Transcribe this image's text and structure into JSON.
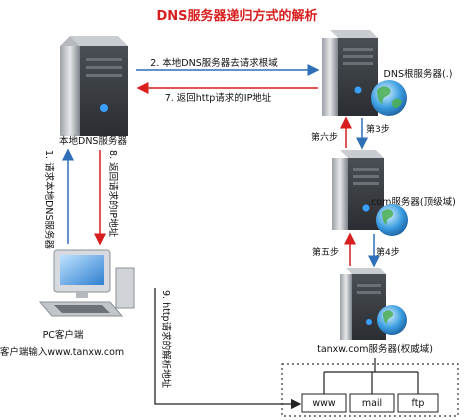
{
  "title": "DNS服务器递归方式的解析",
  "nodes": {
    "local_dns": "本地DNS服务器",
    "root_dns": "DNS根服务器(.)",
    "com_dns": ".com服务器(顶级域)",
    "tanxw_dns": "tanxw.com服务器(权威域)",
    "pc": "PC客户端",
    "pc_input": "客户端输入www.tanxw.com"
  },
  "hosts": [
    "www",
    "mail",
    "ftp"
  ],
  "steps": {
    "s1": "1. 请求本地DNS服务器",
    "s2": "2. 本地DNS服务器去请求根域",
    "s3": "第3步",
    "s4": "第4步",
    "s5": "第五步",
    "s6": "第六步",
    "s7": "7. 返回http请求的IP地址",
    "s8": "8. 返回请求的IP地址",
    "s9": "9. http请求的解析地址"
  },
  "colors": {
    "title": "#d81e1e",
    "arrow_blue": "#2f6fb8",
    "arrow_red": "#d81e1e",
    "arrow_black": "#222222"
  }
}
